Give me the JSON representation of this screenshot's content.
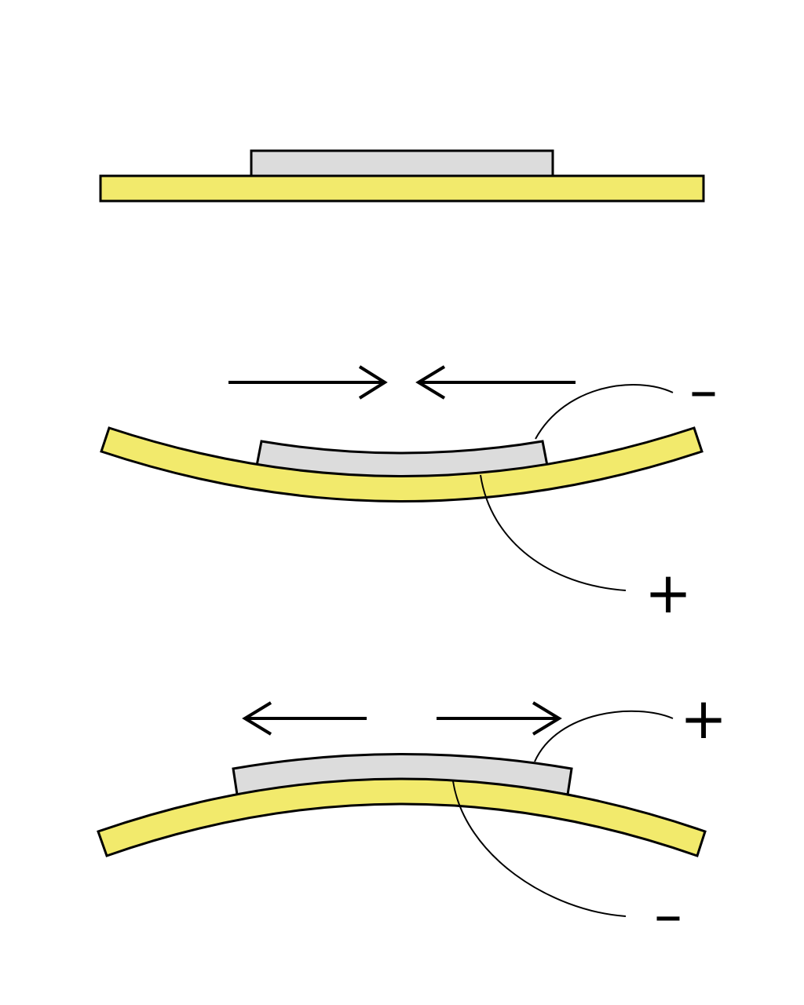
{
  "colors": {
    "substrate": "#f2ea6c",
    "piezo": "#dcdcdc",
    "outline": "#000000",
    "background": "#ffffff"
  },
  "panels": [
    {
      "state": "flat",
      "arrows": "none",
      "top_terminal": "",
      "bottom_terminal": ""
    },
    {
      "state": "bent-down",
      "arrows": "inward",
      "top_terminal": "–",
      "bottom_terminal": "+"
    },
    {
      "state": "bent-up",
      "arrows": "outward",
      "top_terminal": "+",
      "bottom_terminal": "–"
    }
  ]
}
